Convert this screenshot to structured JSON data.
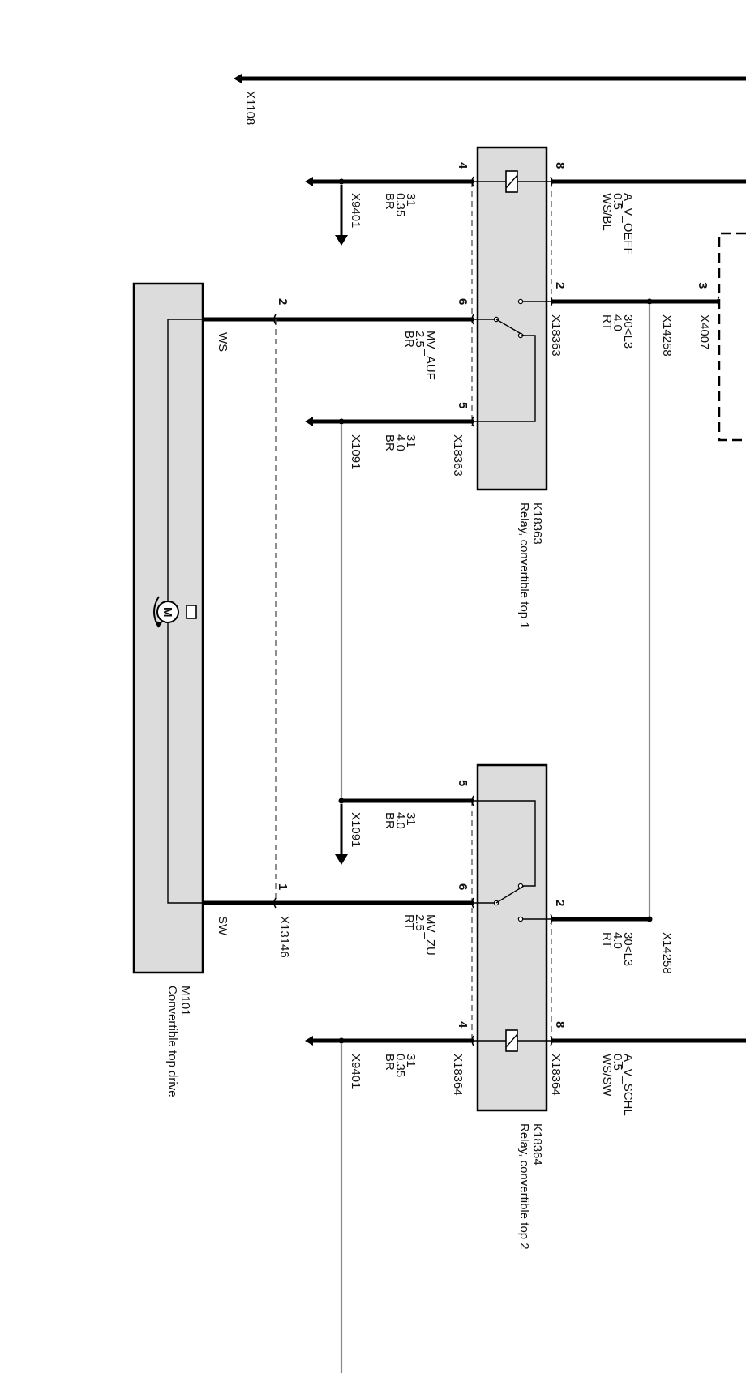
{
  "diagram": {
    "top_connector": "X1108",
    "relay1": {
      "id": "K18363",
      "name": "Relay, convertible top 1",
      "connector": "X18363",
      "pins": {
        "p4": "4",
        "p8": "8",
        "p2": "2",
        "p6": "6",
        "p5": "5"
      }
    },
    "relay2": {
      "id": "K18364",
      "name": "Relay, convertible top 2",
      "connector": "X18364",
      "pins": {
        "p5": "5",
        "p6": "6",
        "p2": "2",
        "p4": "4",
        "p8": "8"
      }
    },
    "motor": {
      "id": "M101",
      "name": "Convertible top drive",
      "symbol": "M",
      "pin_ws": "2",
      "pin_sw": "1",
      "connector": "X13146",
      "wire_ws": "WS",
      "wire_sw": "SW"
    },
    "wires": {
      "r1_pin4": {
        "signal": "31",
        "size": "0.35",
        "color": "BR",
        "connector": "X9401"
      },
      "r1_pin8": {
        "signal": "A_V_OEFF",
        "size": "0.5",
        "color": "WS/BL"
      },
      "r1_pin2": {
        "signal": "30<L3",
        "size": "4.0",
        "color": "RT",
        "connector": "X14258"
      },
      "r1_pin6": {
        "signal": "MV_AUF",
        "size": "2.5",
        "color": "BR"
      },
      "r1_pin5": {
        "signal": "31",
        "size": "4.0",
        "color": "BR",
        "connector": "X1091"
      },
      "r2_pin5": {
        "signal": "31",
        "size": "4.0",
        "color": "BR",
        "connector": "X1091"
      },
      "r2_pin6": {
        "signal": "MV_ZU",
        "size": "2.5",
        "color": "RT"
      },
      "r2_pin2": {
        "signal": "30<L3",
        "size": "4.0",
        "color": "RT",
        "connector": "X14258"
      },
      "r2_pin4": {
        "signal": "31",
        "size": "0.35",
        "color": "BR",
        "connector": "X9401"
      },
      "r2_pin8": {
        "signal": "A_V_SCHL",
        "size": "0.5",
        "color": "WS/SW"
      }
    },
    "ext_module": {
      "pin": "3",
      "connector": "X4007"
    }
  }
}
